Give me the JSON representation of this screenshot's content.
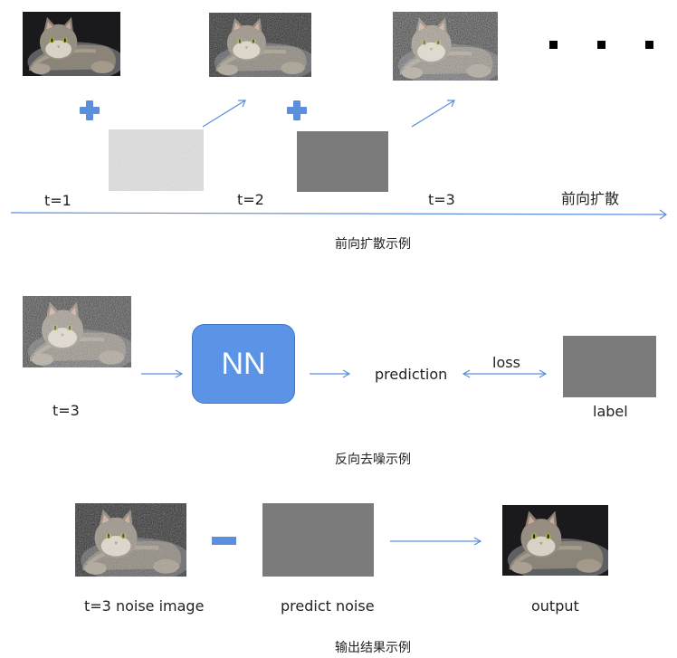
{
  "forward": {
    "steps": [
      {
        "label": "t=1"
      },
      {
        "label": "t=2"
      },
      {
        "label": "t=3"
      }
    ],
    "axis_label": "前向扩散",
    "caption": "前向扩散示例"
  },
  "reverse": {
    "input_label": "t=3",
    "model_label": "NN",
    "prediction_label": "prediction",
    "loss_label": "loss",
    "target_label": "label",
    "caption": "反向去噪示例"
  },
  "output": {
    "noise_image_label": "t=3 noise image",
    "predict_noise_label": "predict noise",
    "output_label": "output",
    "caption": "输出结果示例"
  },
  "colors": {
    "accent": "#5b8fdc",
    "noise_gray": "#7b7b7b"
  }
}
